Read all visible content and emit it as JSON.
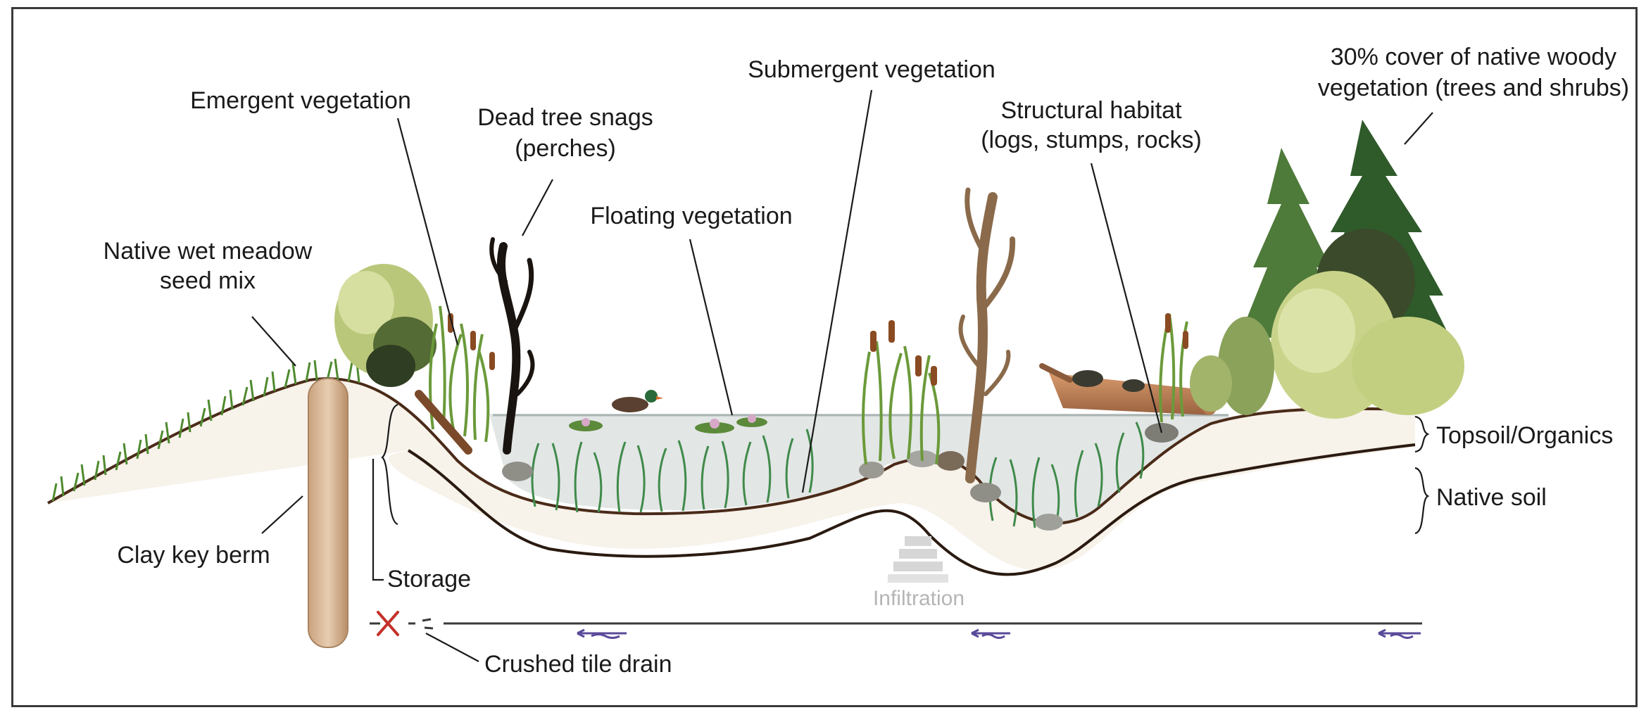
{
  "labels": {
    "native_wet_meadow_line1": "Native wet meadow",
    "native_wet_meadow_line2": "seed mix",
    "emergent_vegetation": "Emergent vegetation",
    "dead_tree_snags_line1": "Dead tree snags",
    "dead_tree_snags_line2": "(perches)",
    "floating_vegetation": "Floating vegetation",
    "submergent_vegetation": "Submergent vegetation",
    "structural_habitat_line1": "Structural habitat",
    "structural_habitat_line2": "(logs, stumps, rocks)",
    "woody_cover_line1": "30% cover of native woody",
    "woody_cover_line2": "vegetation (trees and shrubs)",
    "topsoil": "Topsoil/Organics",
    "native_soil": "Native soil",
    "clay_key_berm": "Clay key berm",
    "storage": "Storage",
    "infiltration": "Infiltration",
    "crushed_tile_drain": "Crushed tile drain"
  },
  "colors": {
    "water": "#d9dede",
    "soil_line": "#4a2a18",
    "topsoil_fill": "#f6f1ea",
    "grass": "#4e8a2e",
    "dark_tree": "#2f5a2a",
    "light_tree": "#c9d48a",
    "berm": "#d9b896",
    "log": "#c78a5e",
    "drain_x": "#c4312a",
    "flow_arrow": "#5a4a9a"
  }
}
